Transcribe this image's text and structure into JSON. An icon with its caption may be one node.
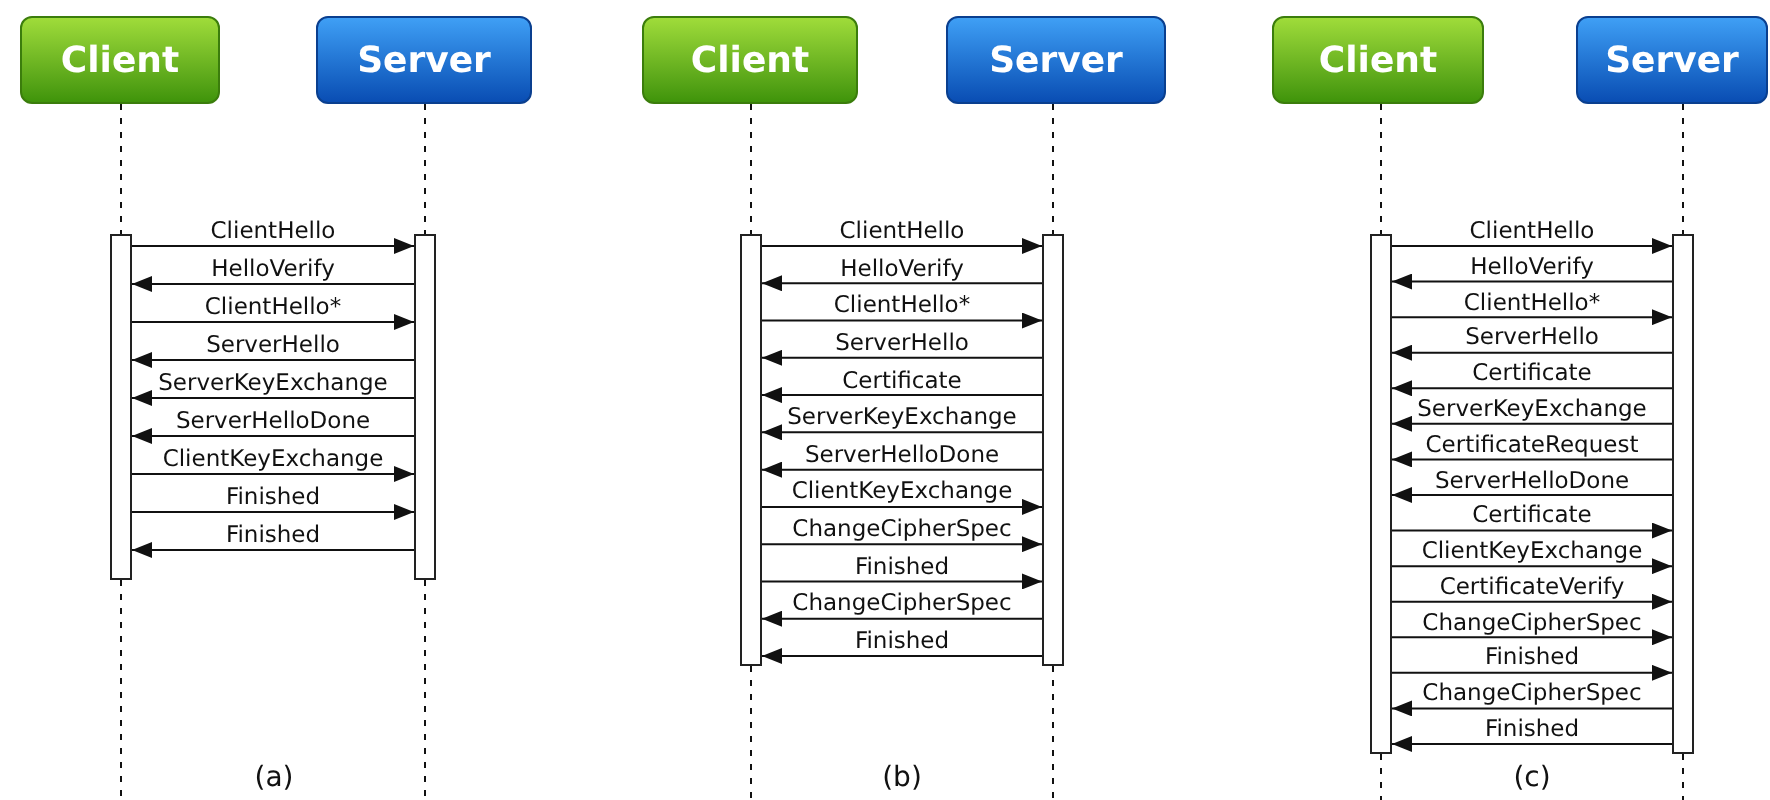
{
  "diagram": {
    "nodes": [
      {
        "text": [
          "Client"
        ]
      },
      {
        "text": [
          "Server"
        ]
      },
      {
        "text": [],
        "shape": "bar"
      },
      {
        "text": [],
        "shape": "bar"
      },
      {
        "text": [
          "Client"
        ]
      },
      {
        "text": [
          "Server"
        ]
      },
      {
        "text": [],
        "shape": "bar"
      },
      {
        "text": [],
        "shape": "bar"
      },
      {
        "text": [
          "Client"
        ]
      },
      {
        "text": [
          "Server"
        ]
      },
      {
        "text": [],
        "shape": "bar"
      },
      {
        "text": [],
        "shape": "bar"
      }
    ],
    "edges": [
      {
        "from": 0,
        "to": 2,
        "arrow": "none",
        "style": "dashed"
      },
      {
        "from": 1,
        "to": 3,
        "arrow": "none",
        "style": "dashed"
      },
      {
        "from": 4,
        "to": 6,
        "arrow": "none",
        "style": "dashed"
      },
      {
        "from": 5,
        "to": 7,
        "arrow": "none",
        "style": "dashed"
      },
      {
        "from": 8,
        "to": 10,
        "arrow": "none",
        "style": "dashed"
      },
      {
        "from": 9,
        "to": 11,
        "arrow": "none",
        "style": "dashed"
      },
      {
        "from": 2,
        "to": 3,
        "arrow": "to",
        "label": "ClientHello"
      },
      {
        "from": 3,
        "to": 2,
        "arrow": "to",
        "label": "HelloVerify"
      },
      {
        "from": 2,
        "to": 3,
        "arrow": "to",
        "label": "ClientHello*"
      },
      {
        "from": 3,
        "to": 2,
        "arrow": "to",
        "label": "ServerHello"
      },
      {
        "from": 3,
        "to": 2,
        "arrow": "to",
        "label": "ServerKeyExchange"
      },
      {
        "from": 3,
        "to": 2,
        "arrow": "to",
        "label": "ServerHelloDone"
      },
      {
        "from": 2,
        "to": 3,
        "arrow": "to",
        "label": "ClientKeyExchange"
      },
      {
        "from": 2,
        "to": 3,
        "arrow": "to",
        "label": "Finished"
      },
      {
        "from": 3,
        "to": 2,
        "arrow": "to",
        "label": "Finished"
      },
      {
        "from": 6,
        "to": 7,
        "arrow": "to",
        "label": "ClientHello"
      },
      {
        "from": 7,
        "to": 6,
        "arrow": "to",
        "label": "HelloVerify"
      },
      {
        "from": 6,
        "to": 7,
        "arrow": "to",
        "label": "ClientHello*"
      },
      {
        "from": 7,
        "to": 6,
        "arrow": "to",
        "label": "ServerHello"
      },
      {
        "from": 7,
        "to": 6,
        "arrow": "to",
        "label": "Certificate"
      },
      {
        "from": 7,
        "to": 6,
        "arrow": "to",
        "label": "ServerKeyExchange"
      },
      {
        "from": 7,
        "to": 6,
        "arrow": "to",
        "label": "ServerHelloDone"
      },
      {
        "from": 6,
        "to": 7,
        "arrow": "to",
        "label": "ClientKeyExchange"
      },
      {
        "from": 6,
        "to": 7,
        "arrow": "to",
        "label": "ChangeCipherSpec"
      },
      {
        "from": 6,
        "to": 7,
        "arrow": "to",
        "label": "Finished"
      },
      {
        "from": 7,
        "to": 6,
        "arrow": "to",
        "label": "ChangeCipherSpec"
      },
      {
        "from": 7,
        "to": 6,
        "arrow": "to",
        "label": "Finished"
      },
      {
        "from": 10,
        "to": 11,
        "arrow": "to",
        "label": "ClientHello"
      },
      {
        "from": 11,
        "to": 10,
        "arrow": "to",
        "label": "HelloVerify"
      },
      {
        "from": 10,
        "to": 11,
        "arrow": "to",
        "label": "ClientHello*"
      },
      {
        "from": 11,
        "to": 10,
        "arrow": "to",
        "label": "ServerHello"
      },
      {
        "from": 11,
        "to": 10,
        "arrow": "to",
        "label": "Certificate"
      },
      {
        "from": 11,
        "to": 10,
        "arrow": "to",
        "label": "ServerKeyExchange"
      },
      {
        "from": 11,
        "to": 10,
        "arrow": "to",
        "label": "CertificateRequest"
      },
      {
        "from": 11,
        "to": 10,
        "arrow": "to",
        "label": "ServerHelloDone"
      },
      {
        "from": 10,
        "to": 11,
        "arrow": "to",
        "label": "Certificate"
      },
      {
        "from": 10,
        "to": 11,
        "arrow": "to",
        "label": "ClientKeyExchange"
      },
      {
        "from": 10,
        "to": 11,
        "arrow": "to",
        "label": "CertificateVerify"
      },
      {
        "from": 10,
        "to": 11,
        "arrow": "to",
        "label": "ChangeCipherSpec"
      },
      {
        "from": 10,
        "to": 11,
        "arrow": "to",
        "label": "Finished"
      },
      {
        "from": 11,
        "to": 10,
        "arrow": "to",
        "label": "ChangeCipherSpec"
      },
      {
        "from": 11,
        "to": 10,
        "arrow": "to",
        "label": "Finished"
      }
    ],
    "labels": [
      "(a)",
      "(b)",
      "(c)"
    ]
  }
}
